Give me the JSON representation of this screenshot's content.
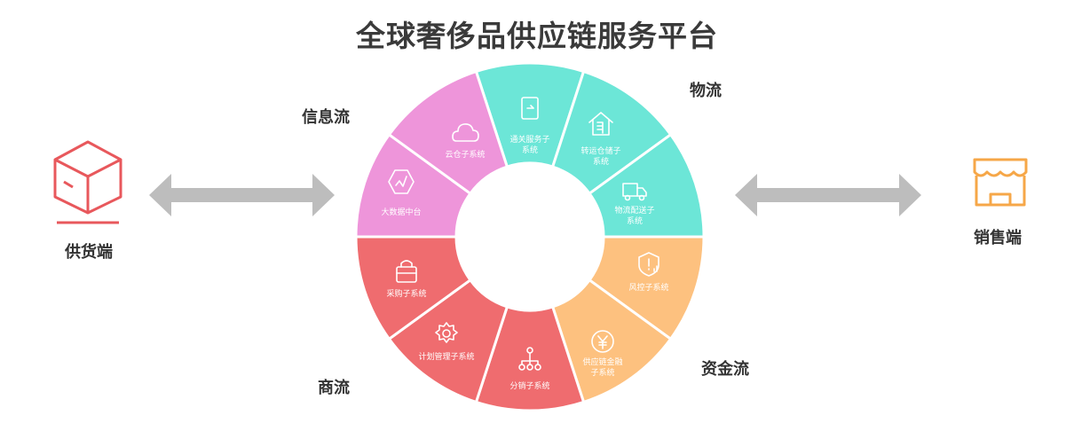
{
  "title": "全球奢侈品供应链服务平台",
  "flows": {
    "info": "信息流",
    "logistics": "物流",
    "capital": "资金流",
    "commerce": "商流"
  },
  "ends": {
    "supplier": "供货端",
    "seller": "销售端"
  },
  "colors": {
    "logistics": "#6ce6d7",
    "info": "#ee95da",
    "commerce": "#ef6c6f",
    "capital": "#fdc17f",
    "supplier_icon": "#e8585c",
    "seller_icon": "#f6a748",
    "arrow": "#bdbdbd"
  },
  "segments": [
    {
      "name": "customs",
      "lines": [
        "通关服务子",
        "系统"
      ],
      "group": "logistics",
      "icon": "document-icon"
    },
    {
      "name": "warehouse",
      "lines": [
        "转运仓储子",
        "系统"
      ],
      "group": "logistics",
      "icon": "warehouse-icon"
    },
    {
      "name": "delivery",
      "lines": [
        "物流配送子",
        "系统"
      ],
      "group": "logistics",
      "icon": "truck-icon"
    },
    {
      "name": "risk",
      "lines": [
        "风控子系统"
      ],
      "group": "capital",
      "icon": "shield-icon"
    },
    {
      "name": "finance",
      "lines": [
        "供应链金融",
        "子系统"
      ],
      "group": "capital",
      "icon": "yen-icon"
    },
    {
      "name": "distribution",
      "lines": [
        "分销子系统"
      ],
      "group": "commerce",
      "icon": "hierarchy-icon"
    },
    {
      "name": "planning",
      "lines": [
        "计划管理子系统"
      ],
      "group": "commerce",
      "icon": "gear-icon"
    },
    {
      "name": "purchase",
      "lines": [
        "采购子系统"
      ],
      "group": "commerce",
      "icon": "bag-icon"
    },
    {
      "name": "bigdata",
      "lines": [
        "大数据中台"
      ],
      "group": "info",
      "icon": "chart-hexagon-icon"
    },
    {
      "name": "cloud-warehouse",
      "lines": [
        "云仓子系统"
      ],
      "group": "info",
      "icon": "cloud-icon"
    }
  ]
}
